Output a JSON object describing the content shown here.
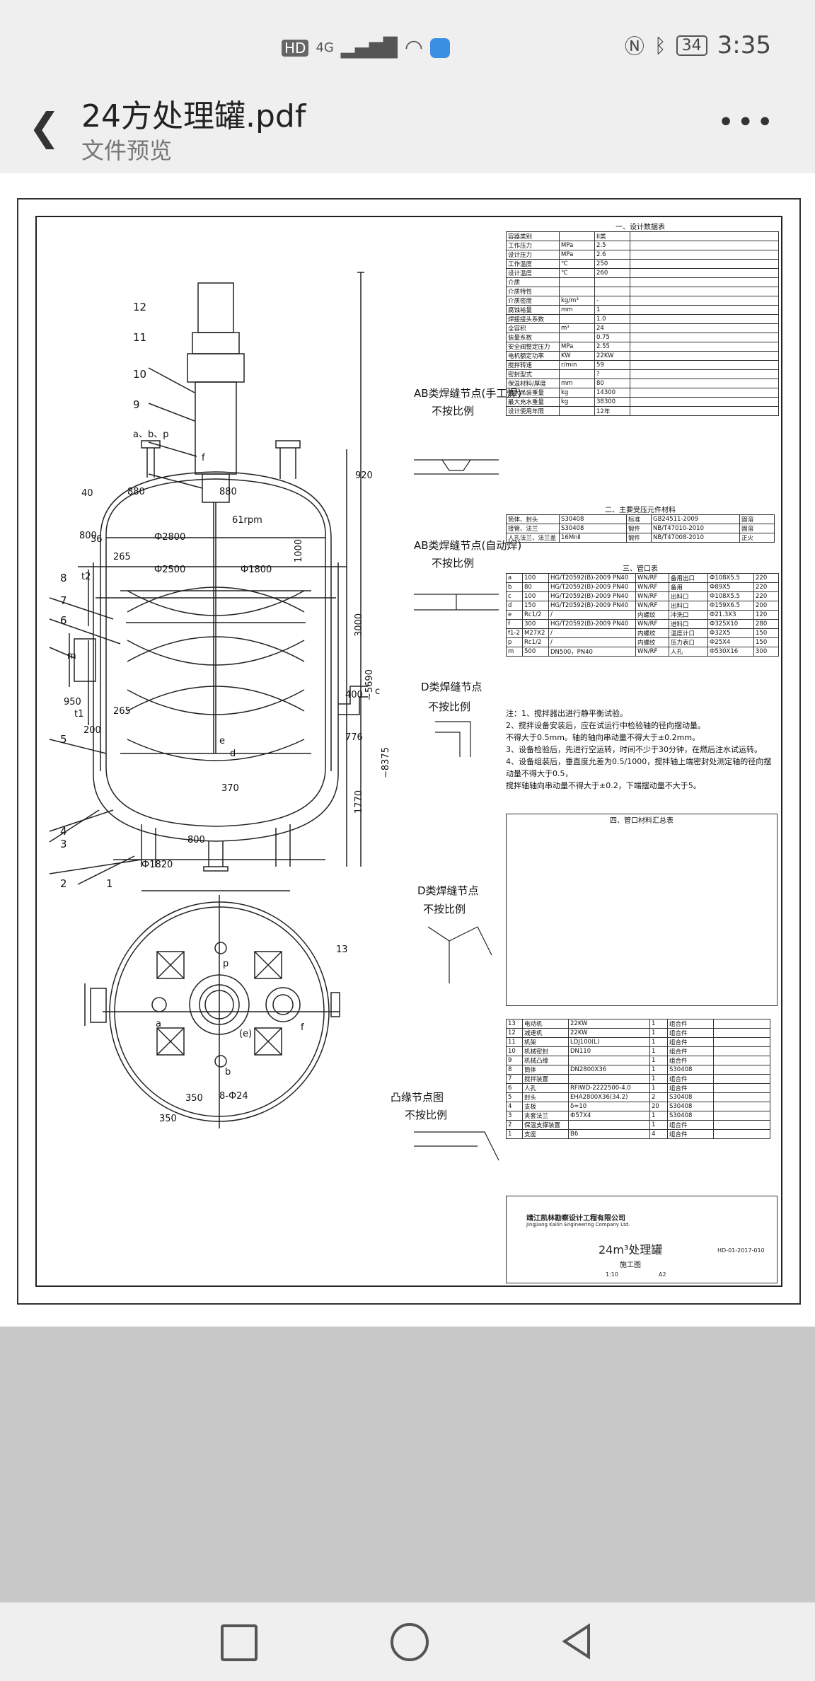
{
  "status_bar": {
    "network": "HD",
    "signal": "4G",
    "time": "3:35",
    "battery": "34"
  },
  "header": {
    "title": "24方处理罐.pdf",
    "subtitle": "文件预览"
  },
  "drawing": {
    "details": [
      {
        "title": "AB类焊缝节点(手工焊)",
        "scale": "不按比例"
      },
      {
        "title": "AB类焊缝节点(自动焊)",
        "scale": "不按比例"
      },
      {
        "title": "D类焊缝节点",
        "scale": "不按比例"
      },
      {
        "title": "D类焊缝节点",
        "scale": "不按比例"
      },
      {
        "title": "凸缘节点图",
        "scale": "不按比例"
      }
    ],
    "dims": {
      "d2800": "Ф2800",
      "d2500": "Ф2500",
      "d1800": "Ф1800",
      "d1820": "Ф1820",
      "rpm": "61rpm",
      "h8375": "~8375",
      "h5690": "~5690",
      "h3000": "3000",
      "h1000": "1000",
      "h1770": "1770",
      "w880a": "880",
      "w880b": "880",
      "w370": "370",
      "w350a": "350",
      "w350b": "350",
      "d8_24": "8-Ф24",
      "n40": "40",
      "n920": "920",
      "n800": "800",
      "n36": "36",
      "n265a": "265",
      "n265b": "265",
      "n950": "950",
      "n200": "200",
      "n400": "400",
      "n776": "776",
      "n800b": "800"
    },
    "nozzle_labels": [
      "a、b、p",
      "f",
      "t2",
      "m",
      "c",
      "t1",
      "d",
      "e",
      "(e)",
      "b",
      "p",
      "a",
      "13",
      "f"
    ],
    "part_numbers": [
      "12",
      "11",
      "10",
      "9",
      "8",
      "7",
      "6",
      "5",
      "4",
      "3",
      "2",
      "1"
    ],
    "design_table_title": "一、设计数据表",
    "design_rows": [
      [
        "容器类别",
        "",
        "II类"
      ],
      [
        "工作压力",
        "MPa",
        "2.5"
      ],
      [
        "设计压力",
        "MPa",
        "2.6"
      ],
      [
        "工作温度",
        "℃",
        "250"
      ],
      [
        "设计温度",
        "℃",
        "260"
      ],
      [
        "介质",
        "",
        ""
      ],
      [
        "介质特性",
        "",
        ""
      ],
      [
        "介质密度",
        "kg/m³",
        "-"
      ],
      [
        "腐蚀裕量",
        "mm",
        "1"
      ],
      [
        "焊接接头系数",
        "",
        "1.0"
      ],
      [
        "全容积",
        "m³",
        "24"
      ],
      [
        "装量系数",
        "",
        "0.75"
      ],
      [
        "安全阀整定压力",
        "MPa",
        "2.55"
      ],
      [
        "电机额定功率",
        "KW",
        "22KW"
      ],
      [
        "搅拌转速",
        "r/min",
        "59"
      ],
      [
        "密封型式",
        "",
        "?"
      ],
      [
        "保温材料/厚度",
        "mm",
        "80"
      ],
      [
        "最大吊装重量",
        "kg",
        "14300"
      ],
      [
        "最大充水重量",
        "kg",
        "38300"
      ],
      [
        "设计使用年限",
        "",
        "12年"
      ]
    ],
    "material_table_title": "二、主要受压元件材料",
    "material_rows": [
      [
        "筒体、封头",
        "S30408",
        "标准",
        "GB24511-2009",
        "固溶"
      ],
      [
        "接管、法兰",
        "S30408",
        "锻件",
        "NB/T47010-2010",
        "固溶"
      ],
      [
        "人孔法兰、法兰盖",
        "16MnⅡ",
        "锻件",
        "NB/T47008-2010",
        "正火"
      ]
    ],
    "nozzle_table_title": "三、管口表",
    "nozzle_rows": [
      [
        "a",
        "100",
        "HG/T20592(B)-2009 PN40",
        "WN/RF",
        "备用出口",
        "Ф108X5.5",
        "220"
      ],
      [
        "b",
        "80",
        "HG/T20592(B)-2009 PN40",
        "WN/RF",
        "备用",
        "Ф89X5",
        "220"
      ],
      [
        "c",
        "100",
        "HG/T20592(B)-2009 PN40",
        "WN/RF",
        "出料口",
        "Ф108X5.5",
        "220"
      ],
      [
        "d",
        "150",
        "HG/T20592(B)-2009 PN40",
        "WN/RF",
        "出料口",
        "Ф159X6.5",
        "200"
      ],
      [
        "e",
        "Rc1/2",
        "/",
        "内螺纹",
        "冲洗口",
        "Ф21.3X3",
        "120"
      ],
      [
        "f",
        "300",
        "HG/T20592(B)-2009 PN40",
        "WN/RF",
        "进料口",
        "Ф325X10",
        "280"
      ],
      [
        "f1-2",
        "M27X2",
        "/",
        "内螺纹",
        "温度计口",
        "Ф32X5",
        "150"
      ],
      [
        "p",
        "Rc1/2",
        "/",
        "内螺纹",
        "压力表口",
        "Ф25X4",
        "150"
      ],
      [
        "m",
        "500",
        "DN500，PN40",
        "WN/RF",
        "人孔",
        "Ф530X16",
        "300"
      ]
    ],
    "notes": [
      "注：1、搅拌器出进行静平衡试验。",
      "2、搅拌设备安装后，应在试运行中检验轴的径向摆动量。",
      "不得大于0.5mm。轴的轴向串动量不得大于±0.2mm。",
      "3、设备检验后，先进行空运转，时间不少于30分钟，在燃后注水试运转。",
      "4、设备组装后，垂直度允差为0.5/1000，搅拌轴上端密封处测定轴的径向摆动量不得大于0.5，",
      "搅拌轴轴向串动量不得大于±0.2，下端摆动量不大于5。"
    ],
    "parts_table_title": "四、管口材料汇总表",
    "parts_rows": [
      [
        "13",
        "电动机",
        "22KW",
        "1",
        "组合件"
      ],
      [
        "12",
        "减速机",
        "22KW",
        "1",
        "组合件"
      ],
      [
        "11",
        "机架",
        "LDJ100(L)",
        "1",
        "组合件"
      ],
      [
        "10",
        "机械密封",
        "DN110",
        "1",
        "组合件"
      ],
      [
        "9",
        "机械凸缘",
        "",
        "1",
        "组合件"
      ],
      [
        "8",
        "筒体",
        "DN2800X36",
        "1",
        "S30408"
      ],
      [
        "7",
        "搅拌装置",
        "",
        "1",
        "组合件"
      ],
      [
        "6",
        "人孔",
        "RFIWD-2222500-4.0",
        "1",
        "组合件"
      ],
      [
        "5",
        "封头",
        "EHA2800X36(34.2)",
        "2",
        "S30408"
      ],
      [
        "4",
        "支板",
        "δ=10",
        "20",
        "S30408"
      ],
      [
        "3",
        "夹套法兰",
        "Ф57X4",
        "1",
        "S30408"
      ],
      [
        "2",
        "保温支撑装置",
        "",
        "1",
        "组合件"
      ],
      [
        "1",
        "支座",
        "B6",
        "4",
        "组合件"
      ]
    ],
    "company": "靖江凯林勘察设计工程有限公司",
    "company_en": "Jingjiang Kailin Engineering Company Ltd.",
    "drawing_title": "24m³处理罐",
    "drawing_subtitle": "施工图",
    "drawing_no": "HD-01-2017-010",
    "scale": "1:10",
    "sheet_size": "A2"
  },
  "nav": {
    "recent_icon": "square-icon",
    "home_icon": "circle-icon",
    "back_icon": "triangle-back-icon"
  }
}
